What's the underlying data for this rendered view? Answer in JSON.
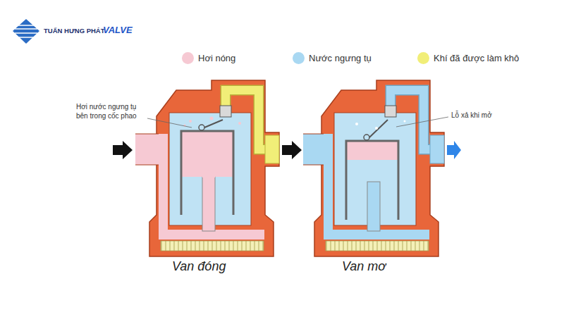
{
  "diagram": {
    "labels": [
      "TUẤN HƯNG PHÁT",
      "VALVE",
      "Hơi nước ngưng tụ bên trong cốc phao",
      "Lỗ xả khi mở",
      "Van đóng",
      "Van mơ"
    ],
    "legend": [
      {
        "text": "Hơi nóng",
        "color": "#f6c9d3"
      },
      {
        "text": "Nước ngưng tụ",
        "color": "#a9d8f2"
      },
      {
        "text": "Khí đã được làm khô",
        "color": "#f1ee78"
      }
    ]
  }
}
